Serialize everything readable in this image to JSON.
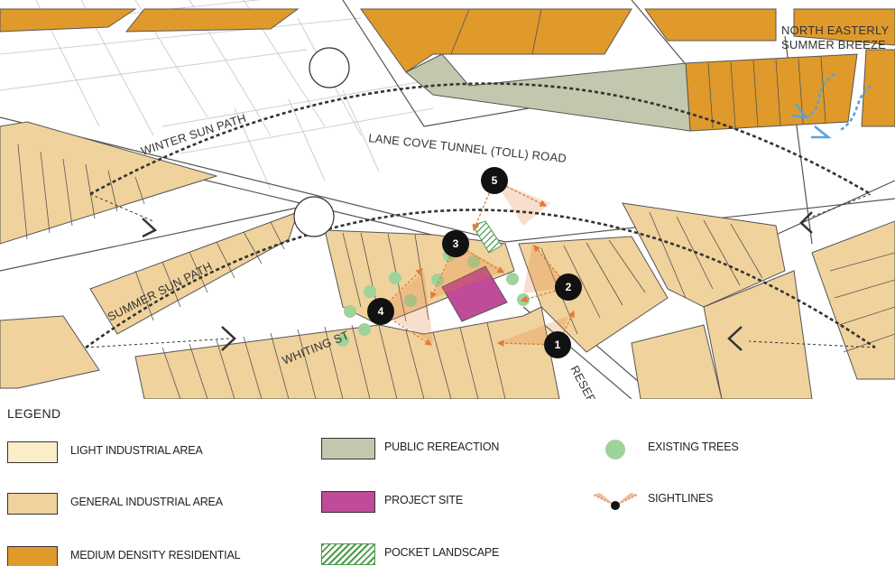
{
  "colors": {
    "light_industrial": "#f9eec7",
    "general_industrial": "#f0d29c",
    "medium_density_residential": "#df9a2b",
    "public_recreation": "#c2c8ad",
    "project_site": "#c04b98",
    "pocket_landscape": "#4d9a4a",
    "existing_trees": "#9ed39a",
    "sightlines": "#e07b39",
    "summer_breeze": "#5aa2d8"
  },
  "map": {
    "labels": {
      "breeze": [
        "NORTH EASTERLY",
        "SUMMER BREEZE"
      ],
      "winter_sun": "WINTER SUN PATH",
      "summer_sun": "SUMMER SUN PATH",
      "tunnel": "LANE COVE TUNNEL (TOLL) ROAD",
      "whiting": "WHITING ST",
      "reserve": "RESERVE R"
    },
    "viewpoints": [
      "1",
      "2",
      "3",
      "4",
      "5"
    ]
  },
  "legend": {
    "title": "LEGEND",
    "items": {
      "light_industrial": "LIGHT INDUSTRIAL AREA",
      "general_industrial": "GENERAL INDUSTRIAL AREA",
      "medium_density": "MEDIUM DENSITY RESIDENTIAL",
      "public_recreation": "PUBLIC REREACTION",
      "project_site": "PROJECT SITE",
      "pocket_landscape": "POCKET LANDSCAPE",
      "existing_trees": "EXISTING TREES",
      "sightlines": "SIGHTLINES"
    }
  }
}
